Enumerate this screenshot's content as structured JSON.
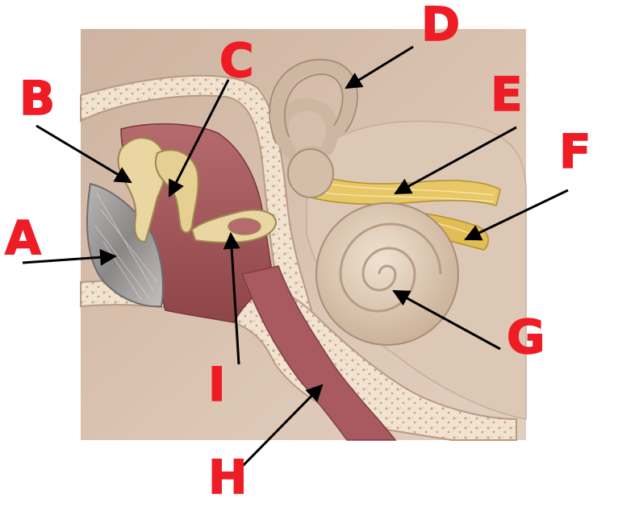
{
  "labels": {
    "a": "A",
    "b": "B",
    "c": "C",
    "d": "D",
    "e": "E",
    "f": "F",
    "g": "G",
    "h": "H",
    "i": "I"
  },
  "colors": {
    "label": "#ee1c24",
    "arrow": "#000000",
    "background_tissue": "#d9c0ad",
    "bone": "#efe0cc",
    "middle_ear_cavity": "#a85a60",
    "ossicles": "#e8d49a",
    "nerves": "#e6c25a",
    "cochlea": "#d8c4ac",
    "eardrum": "#9e9a9a"
  },
  "structures": [
    "eardrum",
    "malleus",
    "incus",
    "stapes",
    "semicircular-canals",
    "vestibular-nerve",
    "cochlear-nerve",
    "cochlea",
    "eustachian-tube"
  ]
}
